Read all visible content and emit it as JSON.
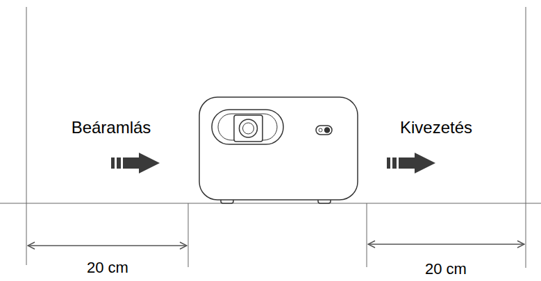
{
  "diagram": {
    "labels": [
      "Beáramlás",
      "Kivezetés",
      "20 cm",
      "20 cm"
    ]
  }
}
